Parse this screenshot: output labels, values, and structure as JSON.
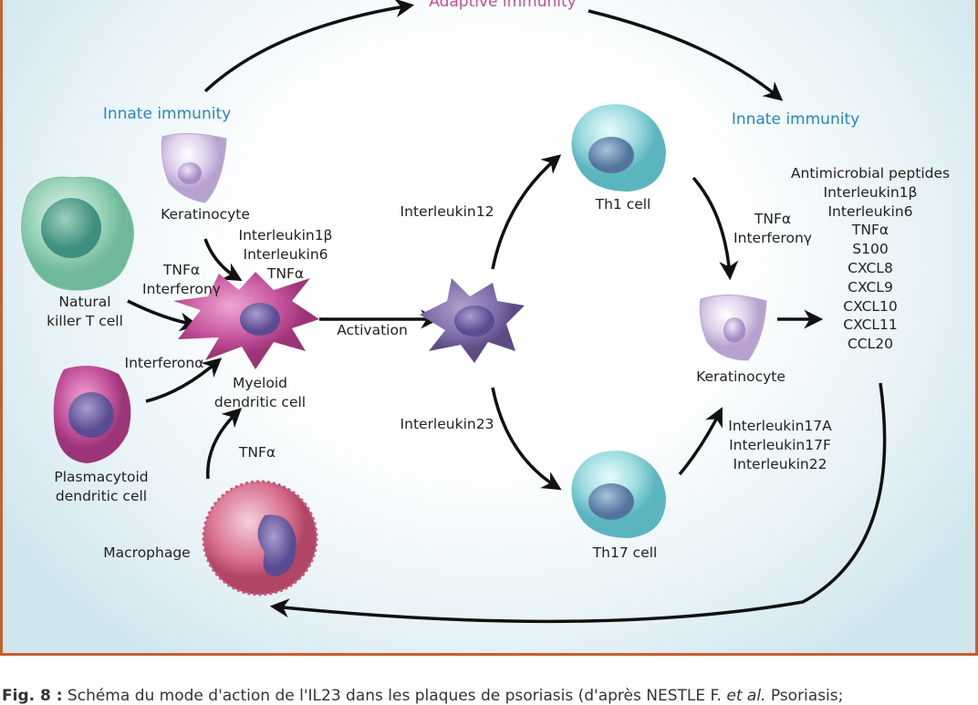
{
  "labels": {
    "adaptive_immunity": "Adaptive immunity",
    "innate_immunity_left": "Innate immunity",
    "innate_immunity_right": "Innate immunity",
    "keratinocyte_left": "Keratinocyte",
    "keratinocyte_cytokines": [
      "Interleukin1β",
      "Interleukin6",
      "TNFα"
    ],
    "nkt_cell": [
      "Natural",
      "killer T cell"
    ],
    "nkt_cytokines": [
      "TNFα",
      "Interferonγ"
    ],
    "myeloid_dc": [
      "Myeloid",
      "dendritic cell"
    ],
    "interferon_alpha": "Interferonα",
    "plasmacytoid_dc": [
      "Plasmacytoid",
      "dendritic cell"
    ],
    "macrophage": "Macrophage",
    "macrophage_cytokine": "TNFα",
    "activation": "Activation",
    "interleukin12": "Interleukin12",
    "interleukin23": "Interleukin23",
    "th1_cell": "Th1 cell",
    "th17_cell": "Th17 cell",
    "th1_cytokines": [
      "TNFα",
      "Interferonγ"
    ],
    "keratinocyte_right": "Keratinocyte",
    "th17_cytokines": [
      "Interleukin17A",
      "Interleukin17F",
      "Interleukin22"
    ],
    "keratinocyte_products": [
      "Antimicrobial peptides",
      "Interleukin1β",
      "Interleukin6",
      "TNFα",
      "S100",
      "CXCL8",
      "CXCL9",
      "CXCL10",
      "CXCL11",
      "CCL20"
    ]
  },
  "caption": {
    "fig": "Fig. 8 :",
    "text_before": " Schéma du mode d'action de l'IL23 dans les plaques de psoriasis (d'après NESTLE F. ",
    "etal": "et al.",
    "text_after": " Psoriasis;"
  },
  "colors": {
    "frame": "#c8602e",
    "adaptive": "#c2508c",
    "innate": "#2a86c2"
  }
}
